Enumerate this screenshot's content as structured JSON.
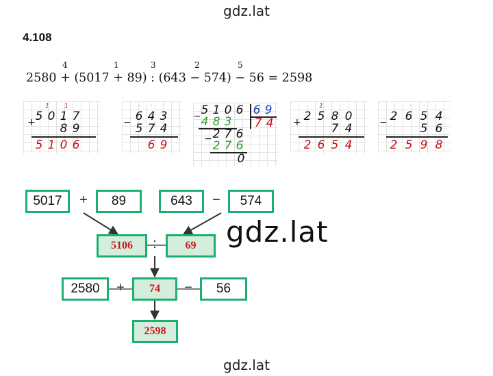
{
  "watermark": {
    "top": "gdz.lat",
    "middle": "gdz.lat",
    "bottom": "gdz.lat"
  },
  "task_number": "4.108",
  "expression": {
    "text": "2580 + (5017 + 89) : (643 − 574) − 56 = 2598",
    "order_marks": [
      "4",
      "1",
      "3",
      "2",
      "5"
    ]
  },
  "calc_add1": {
    "op": "+",
    "carry": [
      "1",
      "1"
    ],
    "row1": [
      "5",
      "0",
      "1",
      "7"
    ],
    "row2": [
      "8",
      "9"
    ],
    "result": [
      "5",
      "1",
      "0",
      "6"
    ]
  },
  "calc_sub1": {
    "op": "−",
    "borrow": [
      "·",
      "·"
    ],
    "row1": [
      "6",
      "4",
      "3"
    ],
    "row2": [
      "5",
      "7",
      "4"
    ],
    "result": [
      "6",
      "9"
    ]
  },
  "calc_div": {
    "op": "−",
    "dividend": [
      "5",
      "1",
      "0",
      "6"
    ],
    "divisor": [
      "6",
      "9"
    ],
    "sub1": [
      "4",
      "8",
      "3"
    ],
    "quotient": [
      "7",
      "4"
    ],
    "rem1": [
      "2",
      "7",
      "6"
    ],
    "sub2": [
      "2",
      "7",
      "6"
    ],
    "final": "0"
  },
  "calc_add2": {
    "op": "+",
    "carry": [
      "1"
    ],
    "row1": [
      "2",
      "5",
      "8",
      "0"
    ],
    "row2": [
      "7",
      "4"
    ],
    "result": [
      "2",
      "6",
      "5",
      "4"
    ]
  },
  "calc_sub2": {
    "op": "−",
    "borrow": [
      "·",
      "·"
    ],
    "row1": [
      "2",
      "6",
      "5",
      "4"
    ],
    "row2": [
      "5",
      "6"
    ],
    "result": [
      "2",
      "5",
      "9",
      "8"
    ]
  },
  "scheme": {
    "a": "5017",
    "plus1": "+",
    "b": "89",
    "c": "643",
    "minus1": "−",
    "d": "574",
    "r1": "5106",
    "colon": ":",
    "r2": "69",
    "e": "2580",
    "plus2": "+",
    "r3": "74",
    "minus2": "−",
    "f": "56",
    "final": "2598"
  },
  "colors": {
    "box_border": "#1cb06f",
    "box_fill_result": "#d3eedc",
    "result_text": "#d01418",
    "digit_red": "#c4121a",
    "digit_green": "#2e9a2e",
    "digit_blue": "#1a3fb5"
  }
}
